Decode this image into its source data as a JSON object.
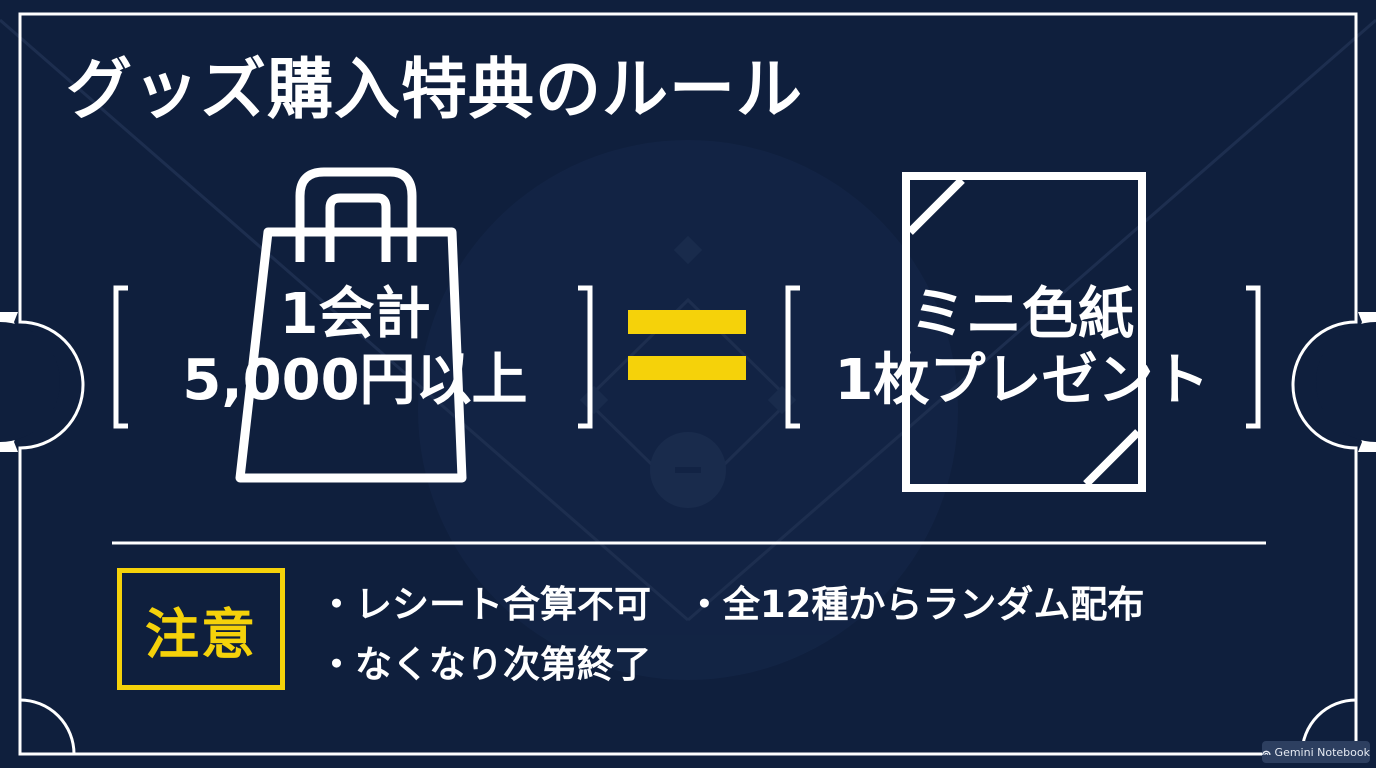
{
  "title": "グッズ購入特典のルール",
  "condition": {
    "line1": "1会計",
    "line2": "5,000円以上"
  },
  "reward": {
    "line1": "ミニ色紙",
    "line2": "1枚プレゼント"
  },
  "notes": {
    "label": "注意",
    "items": [
      "・レシート合算不可",
      "・全12種からランダム配布",
      "・なくなり次第終了"
    ]
  },
  "badge": {
    "icon": "gemini-logo-icon",
    "label": "Gemini Notebook"
  },
  "colors": {
    "background": "#0f1f3d",
    "foreground": "#ffffff",
    "accent": "#f5d20a"
  }
}
